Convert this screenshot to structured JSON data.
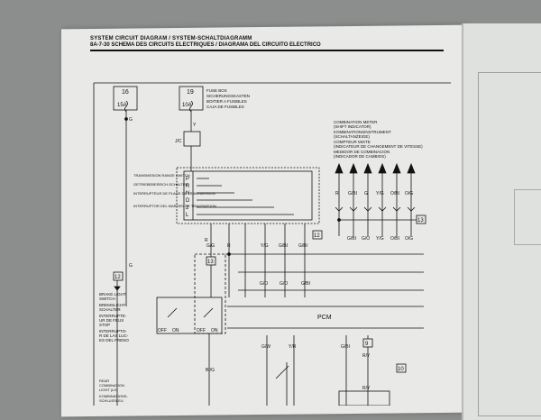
{
  "header": {
    "title_line1": "SYSTEM CIRCUIT DIAGRAM / SYSTEM-SCHALTDIAGRAMM",
    "page_ref": "8A-7-30",
    "title_line2": "SCHEMA DES CIRCUITS ELECTRIQUES / DIAGRAMA DEL CIRCUITO ELECTRICO"
  },
  "fuses": {
    "f16": {
      "num": "16",
      "rating": "15A"
    },
    "f19": {
      "num": "19",
      "rating": "10A"
    },
    "legend": [
      "FUSE BOX",
      "SICHERUNGSKASTEN",
      "BOITIER A FUSIBLES",
      "CAJA DE FUSIBLES"
    ]
  },
  "wires": {
    "g_left": "G",
    "y_mid": "Y",
    "jc": "J/C",
    "bottom_row": [
      "G/G",
      "R",
      "Y/G",
      "G/BI",
      "G/BI"
    ],
    "mid_row": [
      "G/O",
      "G/O",
      "G/BI"
    ],
    "left_g": "G",
    "gw": "G/W",
    "yr": "Y/R",
    "gbi_b": "G/BI",
    "ry1": "R/Y",
    "ry2": "R/Y",
    "big": "BI/G",
    "r_lbl": "R"
  },
  "switch": {
    "legend": [
      "TRANSMISSION RANGE SWITCH",
      "GETRIEBEBEREICH-SCHALTER",
      "INTERRUPTEUR DE PLAGE DE TRANSMISSION",
      "INTERRUPTOR DEL MARGEN DE TRANSMISION"
    ],
    "positions": [
      "P",
      "R",
      "N",
      "D",
      "2",
      "L"
    ]
  },
  "meter": {
    "legend": [
      "COMBINATION METER",
      "(SHIFT INDICATOR)",
      "KOMBINATIONSINSTRUMENT",
      "(SCHALTANZEIGE)",
      "COMPTEUR MIXTE",
      "(INDICATEUR DE CHANGEMENT DE VITESSE)",
      "MEDIDOR DE COMBINACION",
      "(INDICADOR DE CAMBIOS)"
    ],
    "wires": [
      "R",
      "G/BI",
      "G",
      "Y/G",
      "O/BI",
      "O/G"
    ],
    "wires_low": [
      "G/BI",
      "G/O",
      "Y/G",
      "O/BI",
      "O/G"
    ]
  },
  "connectors": {
    "c12": "12",
    "c12b": "12",
    "c13": "13",
    "c13b": "13",
    "c9": "9",
    "c10": "10"
  },
  "brake": {
    "legend": [
      "BRAKE LIGHT",
      "SWITCH",
      "BREMSLICHT-",
      "SCHALTER",
      "INTERRUPTE-",
      "UR DE FEUX",
      "STOP",
      "INTERRUPTO-",
      "R DE LAS LUC-",
      "ES DEL FRENO"
    ],
    "off": "OFF",
    "on": "ON",
    "off2": "OFF",
    "on2": "ON"
  },
  "pcm": "PCM",
  "rear": [
    "REAR",
    "COMBINATION",
    "LIGHT (LH)",
    "KOMBINATIONS-",
    "SCHLUSSLEU"
  ]
}
